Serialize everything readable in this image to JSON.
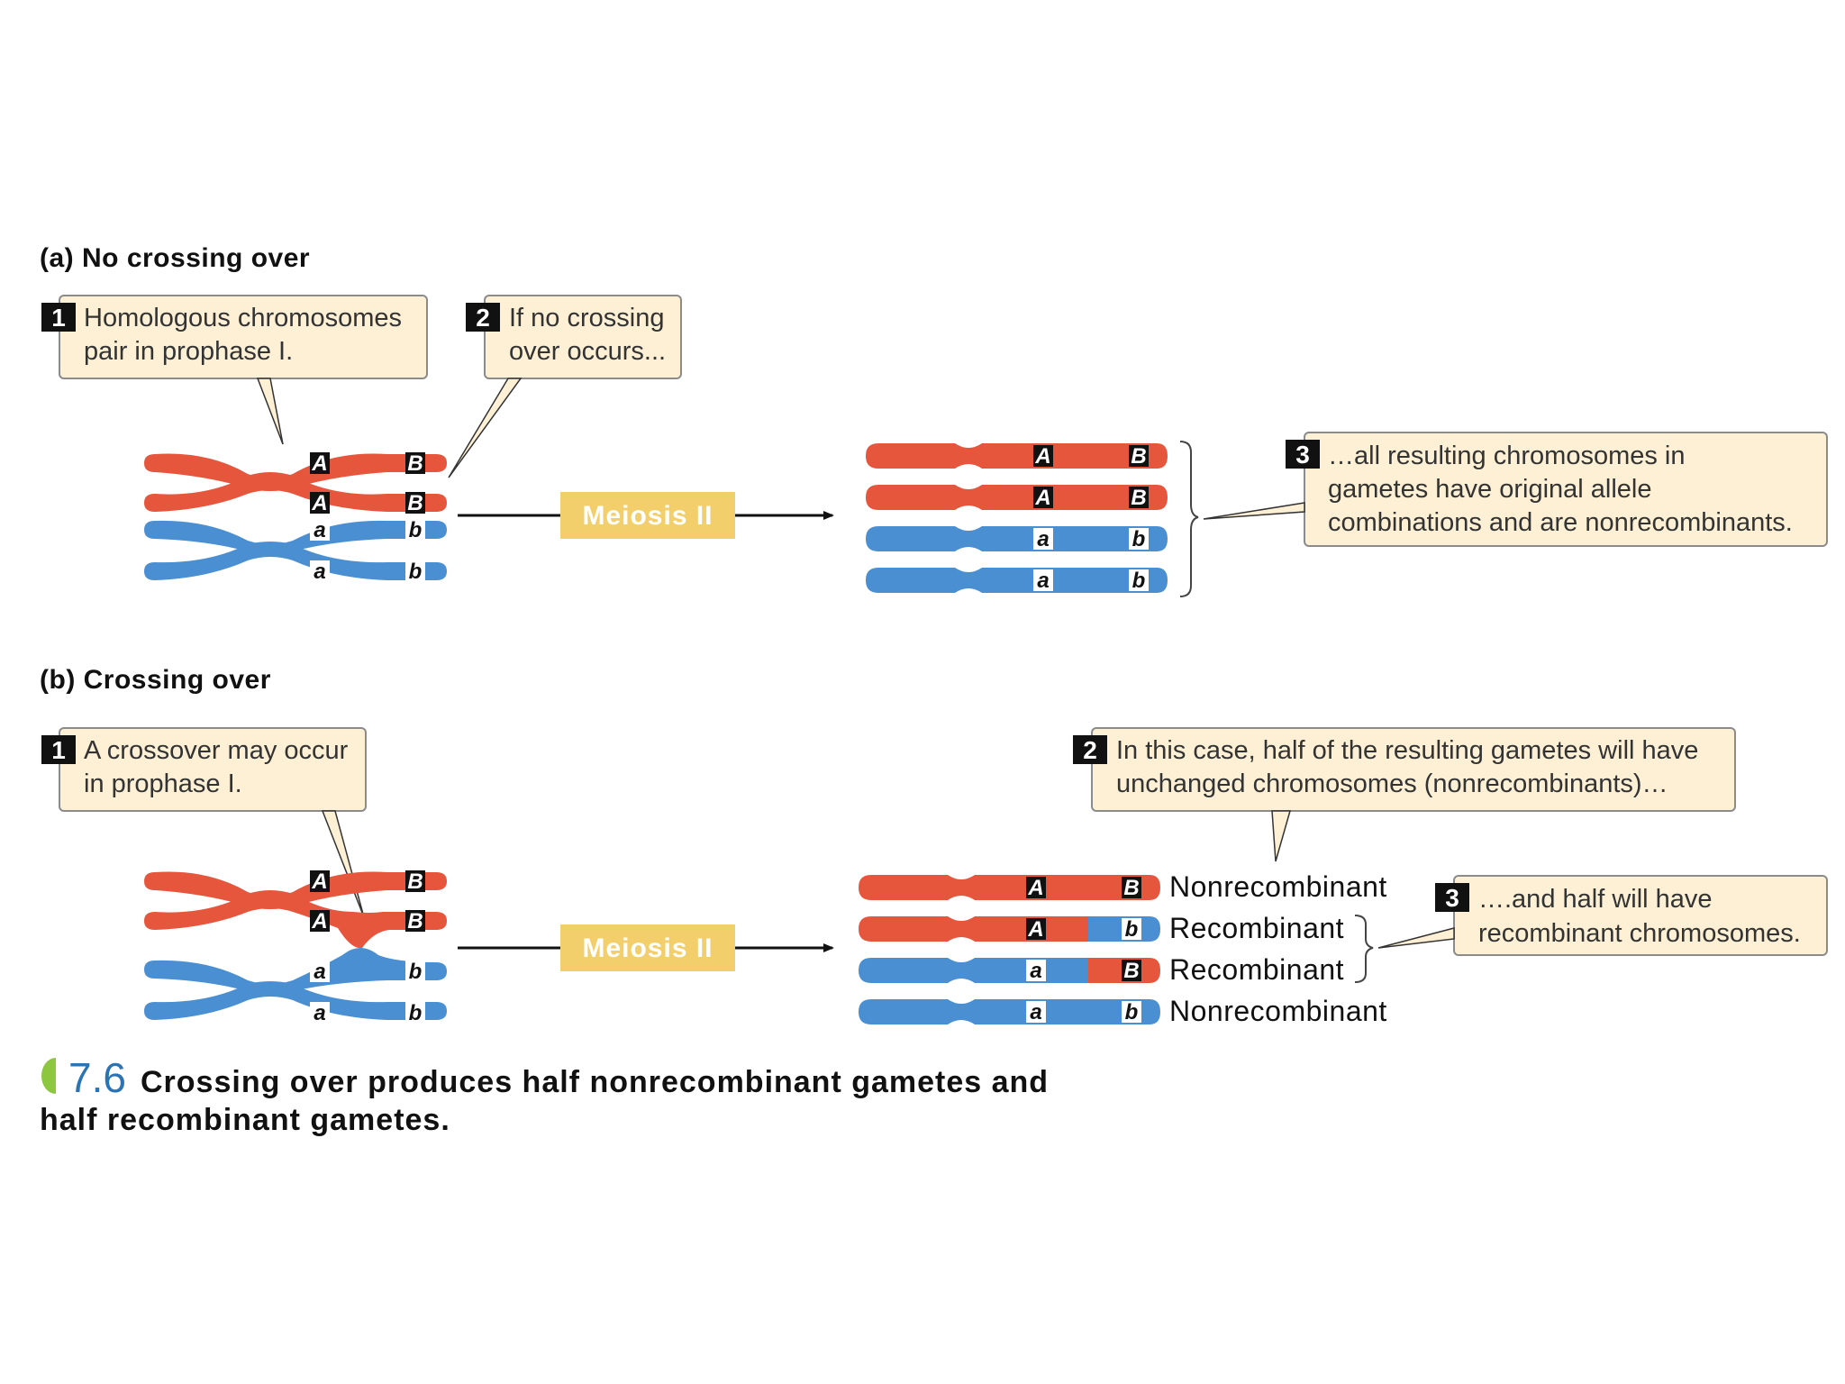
{
  "colors": {
    "red_chromosome": "#e6563d",
    "blue_chromosome": "#4b8fd3",
    "callout_fill": "#fdf0d5",
    "callout_border": "#8b8b8b",
    "meiosis_box": "#f2cf6b",
    "figure_number": "#2a74b5",
    "accent_leaf": "#8dc63f"
  },
  "panel_a": {
    "title": "(a)  No crossing over",
    "callout1": {
      "number": "1",
      "line1": "Homologous chromosomes",
      "line2": "pair in prophase I."
    },
    "callout2": {
      "number": "2",
      "line1": "If no crossing",
      "line2": "over occurs..."
    },
    "callout3": {
      "number": "3",
      "line1": "…all resulting chromosomes in",
      "line2": "gametes have original allele",
      "line3": "combinations and are nonrecombinants."
    },
    "meiosis_label": "Meiosis II",
    "alleles": {
      "pair_top": [
        "A",
        "B",
        "A",
        "B"
      ],
      "pair_bottom": [
        "a",
        "b",
        "a",
        "b"
      ],
      "gametes": [
        [
          "A",
          "B"
        ],
        [
          "A",
          "B"
        ],
        [
          "a",
          "b"
        ],
        [
          "a",
          "b"
        ]
      ]
    }
  },
  "panel_b": {
    "title": "(b)  Crossing over",
    "callout1": {
      "number": "1",
      "line1": "A crossover may occur",
      "line2": "in prophase I."
    },
    "callout2": {
      "number": "2",
      "line1": "In this case, half of the resulting gametes will have",
      "line2": "unchanged chromosomes (nonrecombinants)…"
    },
    "callout3": {
      "number": "3",
      "line1": "….and half will have",
      "line2": "recombinant chromosomes."
    },
    "meiosis_label": "Meiosis II",
    "alleles": {
      "pair_top": [
        "A",
        "B",
        "A",
        "B"
      ],
      "pair_bottom": [
        "a",
        "b",
        "a",
        "b"
      ],
      "gametes": [
        [
          "A",
          "B"
        ],
        [
          "A",
          "b"
        ],
        [
          "a",
          "B"
        ],
        [
          "a",
          "b"
        ]
      ]
    },
    "gamete_labels": [
      "Nonrecombinant",
      "Recombinant",
      "Recombinant",
      "Nonrecombinant"
    ]
  },
  "caption": {
    "figure_number": "7.6",
    "line1": "Crossing over produces half nonrecombinant gametes and",
    "line2": "half recombinant gametes."
  }
}
